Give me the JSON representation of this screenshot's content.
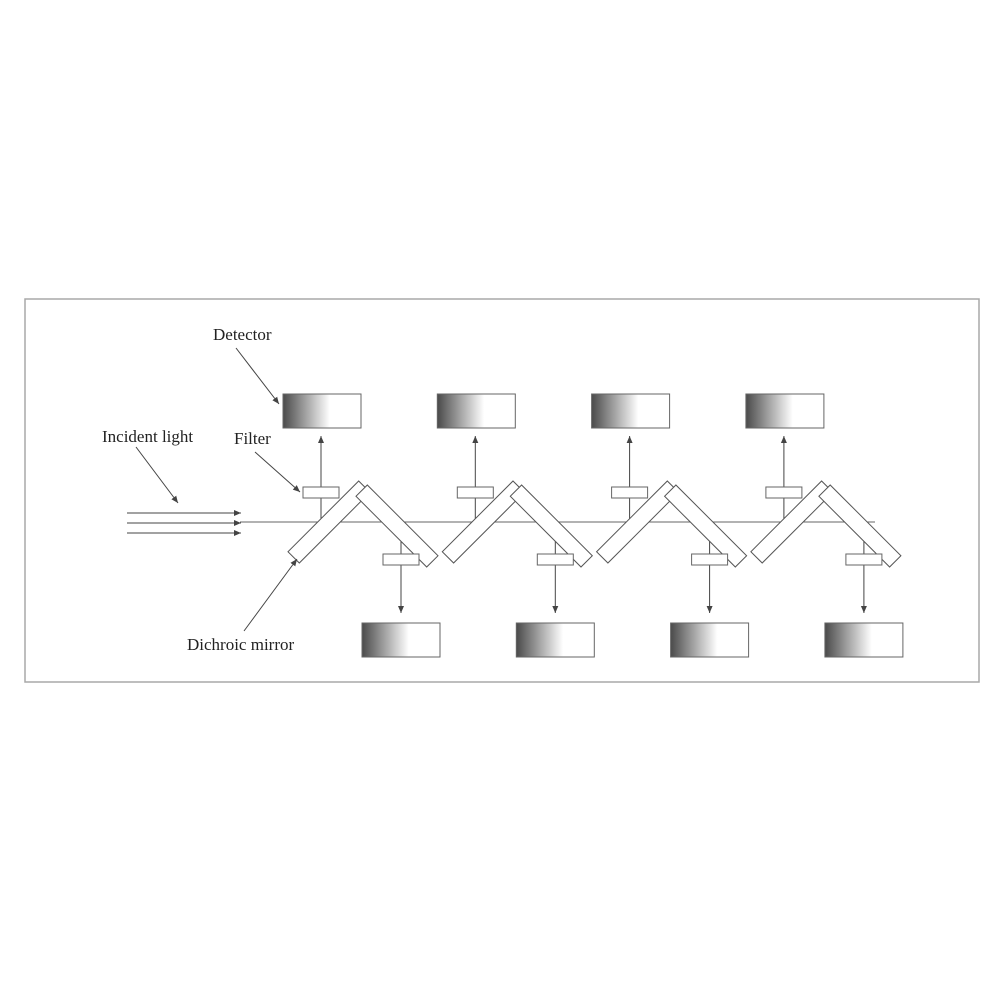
{
  "labels": {
    "detector": "Detector",
    "incident_light": "Incident light",
    "filter": "Filter",
    "dichroic_mirror": "Dichroic mirror"
  },
  "colors": {
    "frame": "#a8a8a8",
    "line": "#555555",
    "gradient_dark": "#4a4a4a",
    "gradient_light": "#ffffff"
  },
  "structure": {
    "top_detector_count": 4,
    "bottom_detector_count": 4,
    "mirror_count": 8,
    "incident_ray_count": 3
  }
}
